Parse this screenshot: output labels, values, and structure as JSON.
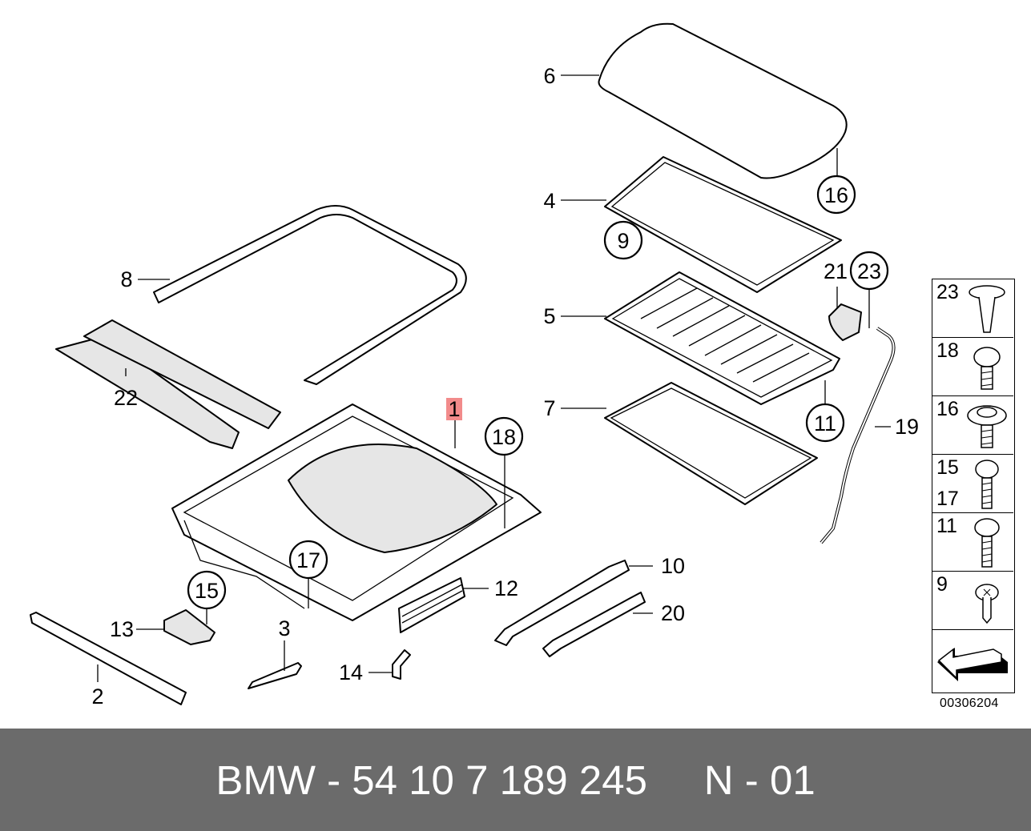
{
  "diagram": {
    "callouts": {
      "c1": "1",
      "c2": "2",
      "c3": "3",
      "c4": "4",
      "c5": "5",
      "c6": "6",
      "c7": "7",
      "c8": "8",
      "c9": "9",
      "c10": "10",
      "c11": "11",
      "c12": "12",
      "c13": "13",
      "c14": "14",
      "c15": "15",
      "c16": "16",
      "c17": "17",
      "c18": "18",
      "c19": "19",
      "c20": "20",
      "c21": "21",
      "c22": "22",
      "c23": "23"
    },
    "highlight_color": "#f28b8b",
    "legend": [
      {
        "label": "23",
        "icon": "clip-icon"
      },
      {
        "label": "18",
        "icon": "screw-icon"
      },
      {
        "label": "16",
        "icon": "flange-screw-icon"
      },
      {
        "label": "15",
        "label2": "17",
        "icon": "screw-icon"
      },
      {
        "label": "11",
        "icon": "screw-icon"
      },
      {
        "label": "9",
        "icon": "small-screw-icon"
      },
      {
        "label": "",
        "icon": "arrow-icon"
      }
    ],
    "code": "00306204"
  },
  "footer": {
    "text": "BMW - 54 10 7 189 245     N - 01",
    "background": "#6b6b6b"
  }
}
